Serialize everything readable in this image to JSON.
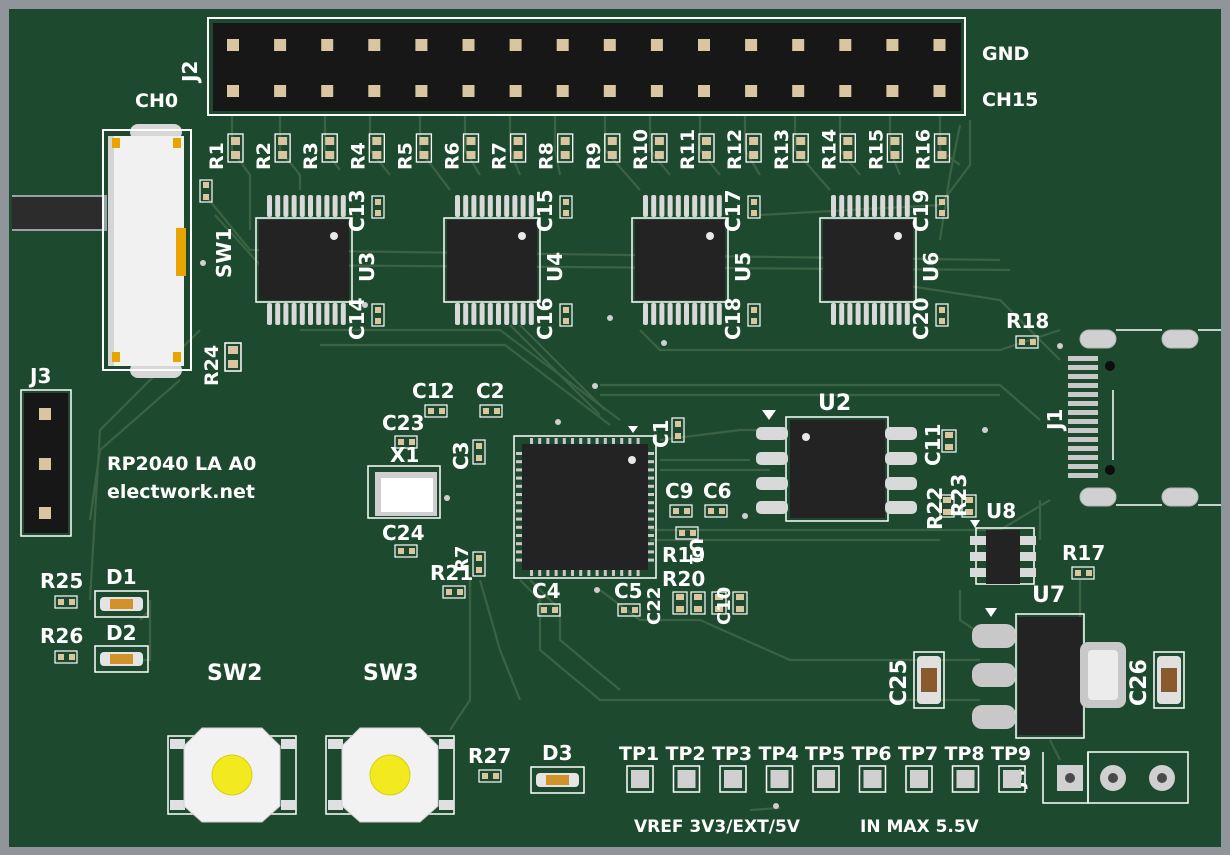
{
  "board": {
    "colors": {
      "edge": "#9aa0a6",
      "solder_mask": "#1d4a2f",
      "trace": "#3b6242",
      "silkscreen": "#ffffff",
      "pad": "#d9c6a0",
      "ic_body": "#232323",
      "button_cap": "#f2ea1e"
    },
    "silkscreen_text": {
      "j2": "J2",
      "gnd": "GND",
      "ch15": "CH15",
      "ch0": "CH0",
      "sw1": "SW1",
      "j3": "J3",
      "product": "RP2040 LA A0",
      "website": "electwork.net",
      "x1": "X1",
      "u2": "U2",
      "j1": "J1",
      "u8": "U8",
      "u7": "U7",
      "sw2": "SW2",
      "sw3": "SW3",
      "d1": "D1",
      "d2": "D2",
      "d3": "D3",
      "r25": "R25",
      "r26": "R26",
      "r27": "R27",
      "r24": "R24",
      "r18": "R18",
      "r17": "R17",
      "r21": "R21",
      "r19": "R19",
      "r20": "R20",
      "r22": "R22",
      "r23": "R23",
      "c1": "C1",
      "c2": "C2",
      "c3": "C3",
      "c4": "C4",
      "c5": "C5",
      "c6": "C6",
      "c9": "C9",
      "c11": "C11",
      "c12": "C12",
      "c23": "C23",
      "c24": "C24",
      "c25": "C25",
      "c26": "C26",
      "r7": "R7",
      "u1": "U1",
      "c22": "C22",
      "c10": "C10",
      "vref_label": "VREF 3V3/EXT/5V",
      "in_max_label": "IN MAX 5.5V"
    },
    "resistors_top": [
      "R1",
      "R2",
      "R3",
      "R4",
      "R5",
      "R6",
      "R7",
      "R8",
      "R9",
      "R10",
      "R11",
      "R12",
      "R13",
      "R14",
      "R15",
      "R16"
    ],
    "buffer_ics": [
      {
        "ref": "U3",
        "cap_top": "C13",
        "cap_bottom": "C14"
      },
      {
        "ref": "U4",
        "cap_top": "C15",
        "cap_bottom": "C16"
      },
      {
        "ref": "U5",
        "cap_top": "C17",
        "cap_bottom": "C18"
      },
      {
        "ref": "U6",
        "cap_top": "C19",
        "cap_bottom": "C20"
      }
    ],
    "test_points": [
      "TP1",
      "TP2",
      "TP3",
      "TP4",
      "TP5",
      "TP6",
      "TP7",
      "TP8",
      "TP9"
    ]
  }
}
